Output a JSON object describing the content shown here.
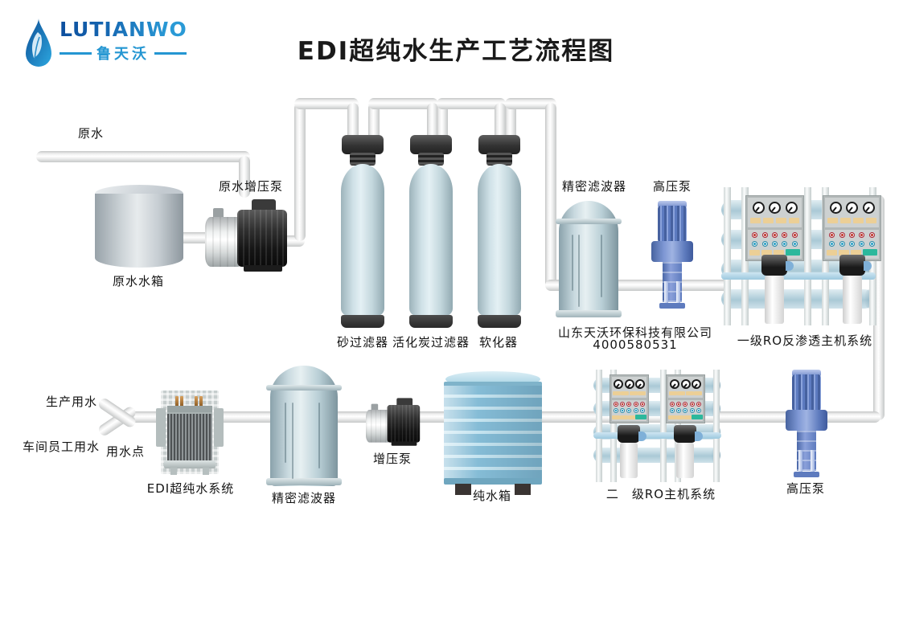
{
  "logo": {
    "brand": "LUTIANWO",
    "brand_cn": "鲁天沃"
  },
  "title": "EDI超纯水生产工艺流程图",
  "company": {
    "name": "山东天沃环保科技有限公司",
    "phone": "4000580531"
  },
  "labels": {
    "raw_water": "原水",
    "raw_water_tank": "原水水箱",
    "raw_water_booster_pump": "原水增压泵",
    "sand_filter": "砂过滤器",
    "activated_carbon_filter": "活化炭过滤器",
    "softener": "软化器",
    "precision_filter_top": "精密滤波器",
    "high_pressure_pump_top": "高压泵",
    "ro_stage1": "一级RO反渗透主机系统",
    "production_water": "生产用水",
    "workshop_staff_water": "车间员工用水",
    "water_use_point": "用水点",
    "edi_system": "EDI超纯水系统",
    "precision_filter_bottom": "精密滤波器",
    "booster_pump_bottom": "增压泵",
    "pure_water_tank": "纯水箱",
    "ro_stage2": "二　级RO主机系统",
    "high_pressure_pump_bottom": "高压泵"
  },
  "colors": {
    "brand_blue": "#1565b0",
    "brand_cyan": "#2a9ad6",
    "pipe_grey": "#e9e9e9",
    "filter_tank_blue": "#cfe1e7",
    "pure_tank_blue": "#8fc3da",
    "pump_blue": "#6b87c8",
    "panel_green": "#2cb89c",
    "panel_tan": "#eccf96",
    "indicator_red": "#c23b2e",
    "indicator_cyan": "#2fa3c8"
  }
}
